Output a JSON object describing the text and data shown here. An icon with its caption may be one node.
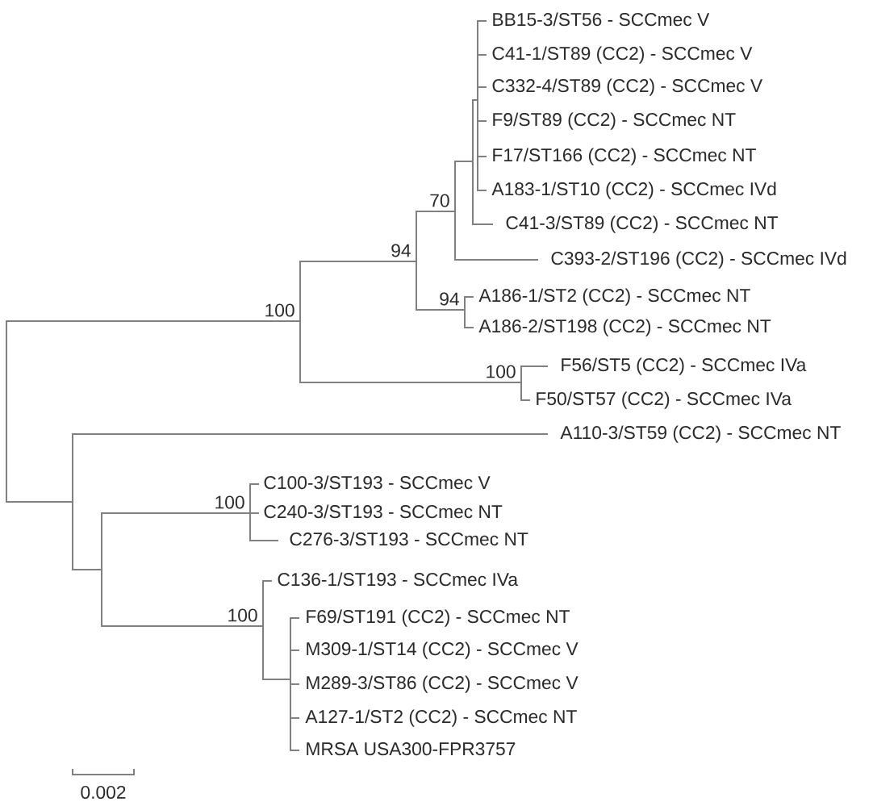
{
  "diagram": {
    "nodes": [
      {
        "text": [
          "BB15-3/ST56 - SCCmec V"
        ]
      },
      {
        "text": [
          "C41-1/ST89 (CC2) - SCCmec V"
        ]
      },
      {
        "text": [
          "C332-4/ST89 (CC2) - SCCmec V"
        ]
      },
      {
        "text": [
          "F9/ST89 (CC2) - SCCmec NT"
        ]
      },
      {
        "text": [
          "F17/ST166 (CC2) - SCCmec NT"
        ]
      },
      {
        "text": [
          "A183-1/ST10 (CC2) - SCCmec IVd"
        ]
      },
      {
        "text": [
          "70"
        ]
      },
      {
        "text": [
          "C41-3/ST89 (CC2) - SCCmec NT"
        ]
      },
      {
        "text": [
          "94"
        ]
      },
      {
        "text": [
          "C393-2/ST196 (CC2) - SCCmec IVd"
        ]
      },
      {
        "text": [
          "94"
        ]
      },
      {
        "text": [
          "A186-1/ST2 (CC2) - SCCmec NT"
        ]
      },
      {
        "text": [
          "100"
        ]
      },
      {
        "text": [
          "A186-2/ST198 (CC2) - SCCmec NT"
        ]
      },
      {
        "text": [
          "100"
        ]
      },
      {
        "text": [
          "F56/ST5 (CC2) - SCCmec IVa"
        ]
      },
      {
        "text": [
          "F50/ST57 (CC2) - SCCmec IVa"
        ]
      },
      {
        "text": [
          "A110-3/ST59 (CC2) - SCCmec NT"
        ]
      },
      {
        "text": [
          "C100-3/ST193 - SCCmec V"
        ]
      },
      {
        "text": [
          "100"
        ]
      },
      {
        "text": [
          "C240-3/ST193 - SCCmec NT"
        ]
      },
      {
        "text": [
          "C276-3/ST193 - SCCmec NT"
        ]
      },
      {
        "text": [
          "C136-1/ST193 - SCCmec IVa"
        ]
      },
      {
        "text": [
          "100"
        ]
      },
      {
        "text": [
          "F69/ST191 (CC2) - SCCmec NT"
        ]
      },
      {
        "text": [
          "M309-1/ST14 (CC2) - SCCmec V"
        ]
      },
      {
        "text": [
          "M289-3/ST86 (CC2) - SCCmec V"
        ]
      },
      {
        "text": [
          "A127-1/ST2 (CC2) - SCCmec NT"
        ]
      },
      {
        "text": [
          "MRSA USA300-FPR3757"
        ]
      }
    ],
    "edges": [
      {
        "from": 12,
        "to": 8,
        "arrow": "none"
      },
      {
        "from": 12,
        "to": 14,
        "arrow": "none"
      },
      {
        "from": 8,
        "to": 6,
        "arrow": "none"
      },
      {
        "from": 8,
        "to": 10,
        "arrow": "none"
      },
      {
        "from": 6,
        "to": 0,
        "arrow": "none"
      },
      {
        "from": 6,
        "to": 1,
        "arrow": "none"
      },
      {
        "from": 6,
        "to": 2,
        "arrow": "none"
      },
      {
        "from": 6,
        "to": 3,
        "arrow": "none"
      },
      {
        "from": 6,
        "to": 4,
        "arrow": "none"
      },
      {
        "from": 6,
        "to": 5,
        "arrow": "none"
      },
      {
        "from": 6,
        "to": 7,
        "arrow": "none"
      },
      {
        "from": 6,
        "to": 9,
        "arrow": "none"
      },
      {
        "from": 10,
        "to": 11,
        "arrow": "none"
      },
      {
        "from": 10,
        "to": 13,
        "arrow": "none"
      },
      {
        "from": 14,
        "to": 15,
        "arrow": "none"
      },
      {
        "from": 14,
        "to": 16,
        "arrow": "none"
      },
      {
        "from": 12,
        "to": 17,
        "arrow": "none"
      },
      {
        "from": 12,
        "to": 19,
        "arrow": "none"
      },
      {
        "from": 12,
        "to": 23,
        "arrow": "none"
      },
      {
        "from": 19,
        "to": 18,
        "arrow": "none"
      },
      {
        "from": 19,
        "to": 20,
        "arrow": "none"
      },
      {
        "from": 19,
        "to": 21,
        "arrow": "none"
      },
      {
        "from": 23,
        "to": 22,
        "arrow": "none"
      },
      {
        "from": 23,
        "to": 24,
        "arrow": "none"
      },
      {
        "from": 23,
        "to": 25,
        "arrow": "none"
      },
      {
        "from": 23,
        "to": 26,
        "arrow": "none"
      },
      {
        "from": 23,
        "to": 27,
        "arrow": "none"
      },
      {
        "from": 23,
        "to": 28,
        "arrow": "none"
      }
    ],
    "labels": [
      "0.002"
    ]
  }
}
